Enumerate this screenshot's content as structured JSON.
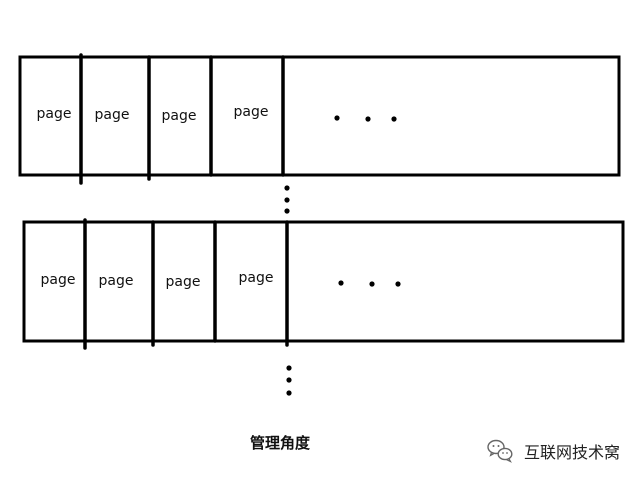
{
  "blocks": [
    {
      "pages": [
        "page",
        "page",
        "page",
        "page"
      ],
      "ellipsis": "..."
    },
    {
      "pages": [
        "page",
        "page",
        "page",
        "page"
      ],
      "ellipsis": "..."
    }
  ],
  "caption": "管理角度",
  "watermark": {
    "text": "互联网技术窝",
    "icon": "wechat-icon"
  },
  "colors": {
    "stroke": "#000000",
    "background": "#ffffff"
  }
}
